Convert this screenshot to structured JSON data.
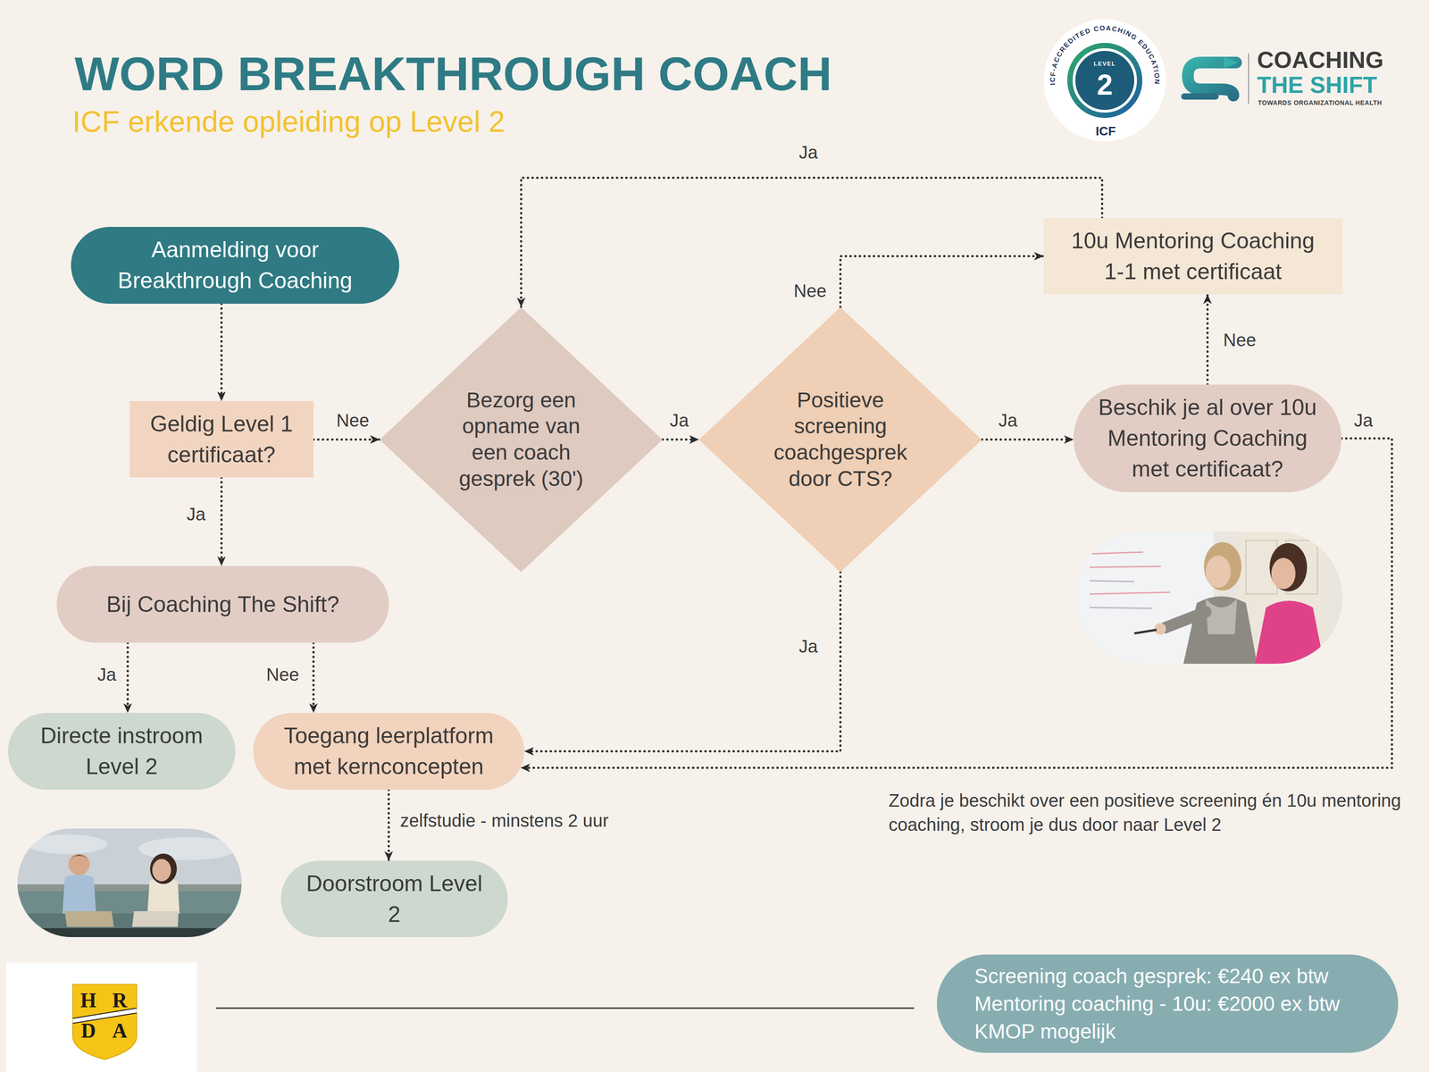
{
  "diagram": {
    "title": "WORD BREAKTHROUGH COACH",
    "nodes": [
      {
        "text": [
          "Aanmelding voor Breakthrough Coaching"
        ]
      },
      {
        "text": [
          "Geldig Level 1 certificaat?"
        ]
      },
      {
        "text": [
          "Bezorg een opname van een coach gesprek (30')"
        ]
      },
      {
        "text": [
          "Positieve screening coachgesprek door CTS?"
        ]
      },
      {
        "text": [
          "10u Mentoring Coaching 1-1 met certificaat"
        ]
      },
      {
        "text": [
          "Beschik je al over 10u Mentoring Coaching met certificaat?"
        ]
      },
      {
        "text": [
          "Bij Coaching The Shift?"
        ]
      },
      {
        "text": [
          "Directe instroom Level 2"
        ]
      },
      {
        "text": [
          "Toegang leerplatform met kernconcepten"
        ]
      },
      {
        "text": [
          "Doorstroom Level 2"
        ]
      },
      {
        "text": [
          "Screening coach gesprek: €240 ex btw",
          "Mentoring coaching - 10u: €2000 ex btw",
          "KMOP mogelijk"
        ]
      }
    ],
    "edges": [
      {
        "from": 0,
        "to": 1,
        "arrow": "to"
      },
      {
        "from": 1,
        "to": 2,
        "label": "Nee",
        "arrow": "to"
      },
      {
        "from": 1,
        "to": 6,
        "label": "Ja",
        "arrow": "to"
      },
      {
        "from": 2,
        "to": 3,
        "label": "Ja",
        "arrow": "to"
      },
      {
        "from": 3,
        "to": 4,
        "label": "Nee",
        "arrow": "to"
      },
      {
        "from": 3,
        "to": 5,
        "label": "Ja",
        "arrow": "to"
      },
      {
        "from": 3,
        "to": 8,
        "label": "Ja",
        "arrow": "to"
      },
      {
        "from": 4,
        "to": 2,
        "label": "Ja",
        "arrow": "to"
      },
      {
        "from": 5,
        "to": 4,
        "label": "Nee",
        "arrow": "to"
      },
      {
        "from": 5,
        "to": 8,
        "label": "Ja",
        "arrow": "to"
      },
      {
        "from": 6,
        "to": 7,
        "label": "Ja",
        "arrow": "to"
      },
      {
        "from": 6,
        "to": 8,
        "label": "Nee",
        "arrow": "to"
      },
      {
        "from": 8,
        "to": 9,
        "label": "zelfstudie - minstens 2 uur",
        "arrow": "to"
      }
    ],
    "labels": [
      "ICF erkende opleiding op Level 2",
      "ICF-ACCREDITED COACHING EDUCATION",
      "LEVEL",
      "2",
      "ICF",
      "COACHING",
      "THE SHIFT",
      "TOWARDS ORGANIZATIONAL HEALTH",
      "Zodra je beschikt over een positieve screening én 10u mentoring coaching, stroom je dus door naar Level 2",
      "H",
      "R",
      "D",
      "A"
    ]
  }
}
